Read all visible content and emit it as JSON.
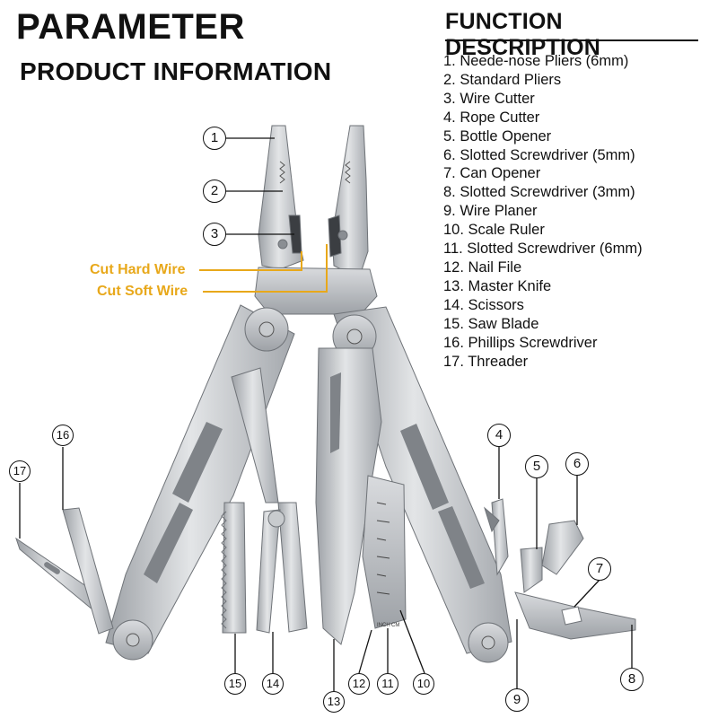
{
  "header": {
    "title": "PARAMETER",
    "subtitle": "PRODUCT INFORMATION"
  },
  "functions": {
    "title": "FUNCTION DESCRIPTION",
    "items": [
      "1. Neede-nose Pliers (6mm)",
      "2. Standard Pliers",
      "3. Wire Cutter",
      "4. Rope Cutter",
      "5. Bottle Opener",
      "6. Slotted Screwdriver (5mm)",
      "7. Can Opener",
      "8. Slotted Screwdriver (3mm)",
      "9. Wire Planer",
      "10. Scale Ruler",
      "11. Slotted Screwdriver (6mm)",
      "12. Nail File",
      "13. Master Knife",
      "14. Scissors",
      "15. Saw Blade",
      "16. Phillips Screwdriver",
      "17. Threader"
    ]
  },
  "callouts": {
    "hard_wire": "Cut Hard Wire",
    "soft_wire": "Cut Soft Wire"
  },
  "ruler": {
    "inch_label": "INCH",
    "cm_label": "CM"
  },
  "markers": [
    "1",
    "2",
    "3",
    "4",
    "5",
    "6",
    "7",
    "8",
    "9",
    "10",
    "11",
    "12",
    "13",
    "14",
    "15",
    "16",
    "17"
  ],
  "colors": {
    "callout": "#e8a81a",
    "steel": "#b9bcc0",
    "steel_dark": "#8a8e93"
  }
}
